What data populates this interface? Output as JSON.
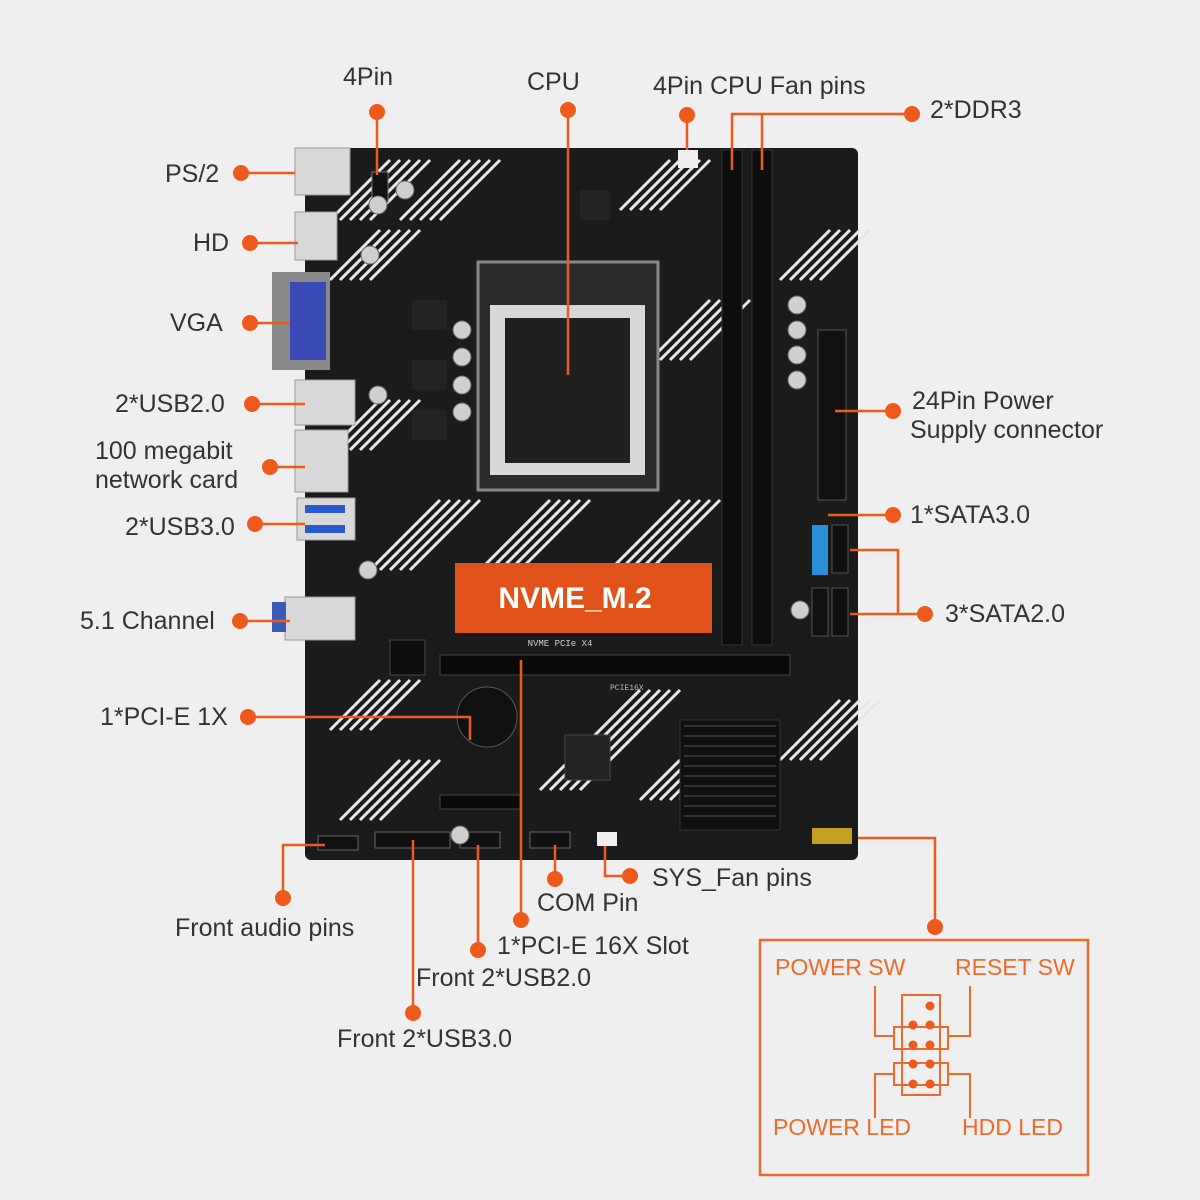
{
  "accent_color": "#ee5a1c",
  "board_color": "#1b1b1b",
  "nvme_color": "#e0521a",
  "labels": {
    "pin4": "4Pin",
    "cpu": "CPU",
    "cpu_fan": "4Pin CPU Fan pins",
    "ddr3": "2*DDR3",
    "ps2": "PS/2",
    "hd": "HD",
    "vga": "VGA",
    "usb2": "2*USB2.0",
    "network_1": "100 megabit",
    "network_2": "network card",
    "usb3": "2*USB3.0",
    "audio": "5.1 Channel",
    "power24_1": "24Pin  Power",
    "power24_2": "Supply connector",
    "sata3": "1*SATA3.0",
    "sata2": "3*SATA2.0",
    "pcie1x": "1*PCI-E 1X",
    "front_audio": "Front audio pins",
    "front_usb3": "Front 2*USB3.0",
    "front_usb2": "Front 2*USB2.0",
    "pcie16x": "1*PCI-E 16X Slot",
    "com": "COM Pin",
    "sys_fan": "SYS_Fan pins"
  },
  "board": {
    "nvme_label": "NVME_M.2",
    "nvme_sub": "NVME PCIe X4",
    "pcie_mark": "PCIE16X"
  },
  "front_panel": {
    "power_sw": "POWER SW",
    "reset_sw": "RESET SW",
    "power_led": "POWER LED",
    "hdd_led": "HDD  LED"
  }
}
